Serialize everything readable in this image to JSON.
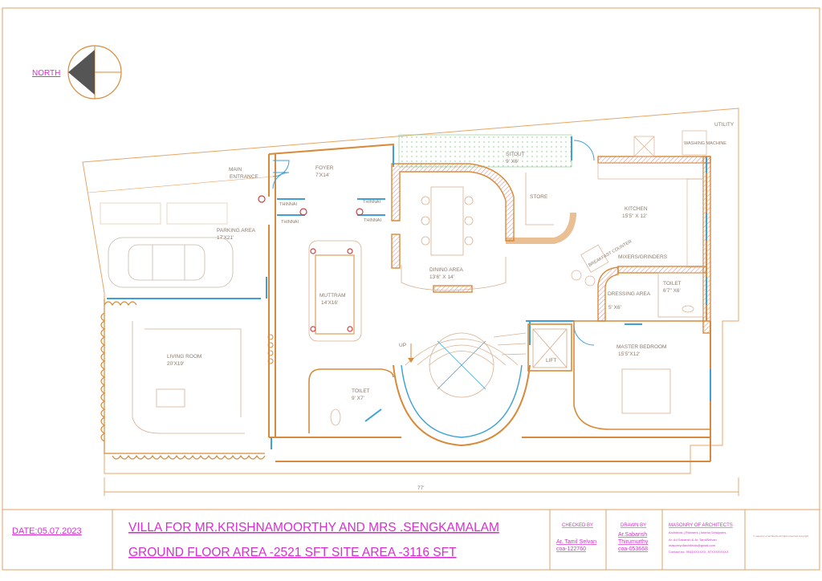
{
  "north_label": "NORTH",
  "rooms": {
    "main_entrance": "MAIN ENTRANCE",
    "main_entrance_1": "MAIN",
    "main_entrance_2": "ENTRANCE",
    "foyer": "FOYER",
    "foyer_size": "7'X14'",
    "parking": "PARKING AREA",
    "parking_size": "17'X21'",
    "thinnai_1": "THINNAI",
    "thinnai_2": "THINNAI",
    "thinnai_3": "THINNAI",
    "thinnai_4": "THINNAI",
    "muttram": "MUTTRAM",
    "muttram_size": "14'X16'",
    "sitout": "SITOUT",
    "sitout_size": "9' X6'",
    "store": "STORE",
    "kitchen": "KITCHEN",
    "kitchen_size": "15'5\" X 12'",
    "utility": "UTILITY",
    "washing_machine": "WASHING MACHINE",
    "dining": "DINING AREA",
    "dining_size": "13'6\" X 14'",
    "mixers": "MIXERS/GRINDERS",
    "breakfast": "BREAKFAST COUNTER",
    "dressing": "DRESSING AREA",
    "dressing_size": "5' X6'",
    "toilet_master": "TOILET",
    "toilet_master_size": "6'7\" X6'",
    "master_bed": "MASTER BEDROOM",
    "master_bed_size": "15'5\"X12'",
    "living": "LIVING ROOM",
    "living_size": "20'X19'",
    "toilet_ground": "TOILET",
    "toilet_ground_size": "9' X7'",
    "up": "UP",
    "lift": "LIFT",
    "dimension": "77'"
  },
  "title_block": {
    "date": "DATE:05.07.2023",
    "title_line1": "VILLA FOR MR.KRISHNAMOORTHY AND MRS .SENGKAMALAM",
    "title_line2": "GROUND FLOOR AREA -2521 SFT SITE AREA -3116 SFT",
    "checked_by_label": "CHECKED BY",
    "checked_by_name": "Ar. Tamil Selvan",
    "checked_by_coa": "coa-122760",
    "drawn_by_label": "DRAWN BY",
    "drawn_by_name_1": "Ar.Sabarish",
    "drawn_by_name_2": "Thirumurthy",
    "drawn_by_coa": "coa-053668",
    "firm_name": "MASONRY OF ARCHITECTS",
    "firm_line1": "Architects | Planners | Interior Designers",
    "firm_line2": "Ar. Ad.Sabarish & Ar. TamilSelvan",
    "firm_line3": "masonryofarchitects@gmail.com",
    "firm_line4": "Contact no: 9944XXXXXX, 97XXXXXXXX",
    "side_note": "© masonry of architects all rights reserved copyright"
  },
  "colors": {
    "wall": "#d88a3a",
    "wall_fill": "#c9a89a",
    "line": "#e8a565",
    "glass": "#3da0d8",
    "magenta": "#d62fd0",
    "garden": "#7fc97f"
  }
}
